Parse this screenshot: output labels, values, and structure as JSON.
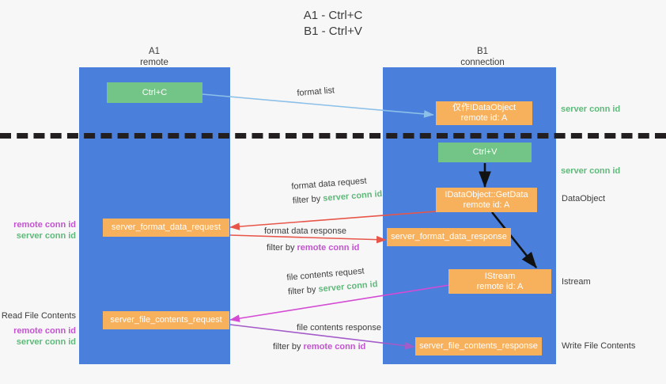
{
  "title": {
    "line1": "A1 - Ctrl+C",
    "line2": "B1 - Ctrl+V"
  },
  "columns": [
    {
      "name": "A1",
      "subtitle": "remote"
    },
    {
      "name": "B1",
      "subtitle": "connection"
    }
  ],
  "nodes": {
    "ctrl_c": {
      "label": "Ctrl+C"
    },
    "ctrl_v": {
      "label": "Ctrl+V"
    },
    "data_object_top": {
      "line1": "仅作IDataObject",
      "line2": "remote id: A"
    },
    "get_data": {
      "line1": "IDataObject::GetData",
      "line2": "remote id: A"
    },
    "istream": {
      "line1": "IStream",
      "line2": "remote id: A"
    },
    "server_format_data_request": {
      "label": "server_format_data_request"
    },
    "server_format_data_response": {
      "label": "server_format_data_response"
    },
    "server_file_contents_request": {
      "label": "server_file_contents_request"
    },
    "server_file_contents_response": {
      "label": "server_file_contents_response"
    }
  },
  "edge_labels": {
    "format_list": "format list",
    "format_data_request": "format data request",
    "format_data_request_filter_prefix": "filter by ",
    "format_data_request_filter_value": "server conn id",
    "format_data_response": "format data response",
    "format_data_response_filter_prefix": "filter by ",
    "format_data_response_filter_value": "remote conn id",
    "file_contents_request": "file contents request",
    "file_contents_request_filter_prefix": "filter by ",
    "file_contents_request_filter_value": "server conn id",
    "file_contents_response": "file contents response",
    "file_contents_response_filter_prefix": "filter by ",
    "file_contents_response_filter_value": "remote conn id"
  },
  "right_labels": {
    "server_conn_id_top": "server conn id",
    "server_conn_id_second": "server conn id",
    "data_object": "DataObject",
    "istream": "Istream",
    "write_file_contents": "Write File Contents"
  },
  "left_labels": {
    "remote_conn_id_upper": "remote conn id",
    "server_conn_id_upper": "server conn id",
    "read_file_contents": "Read File Contents",
    "remote_conn_id_lower": "remote conn id",
    "server_conn_id_lower": "server conn id"
  },
  "colors": {
    "lane": "#4a7fdc",
    "green_box": "#73c487",
    "orange_box": "#f7b05b",
    "green_text": "#5fb97a",
    "purple_text": "#c254cf",
    "arrow_blue": "#8cc0e8",
    "arrow_red": "#e8564a",
    "arrow_magenta": "#d44bd4",
    "arrow_purple": "#a45cc8",
    "arrow_black": "#111111",
    "dashline": "#231f20",
    "background": "#f7f7f7"
  }
}
